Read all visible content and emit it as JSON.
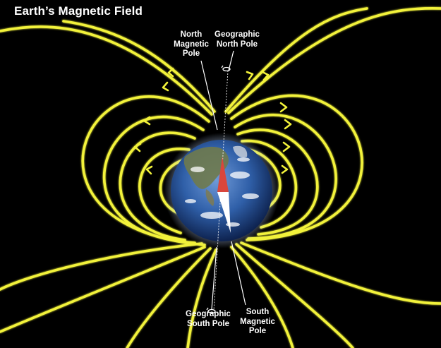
{
  "title": "Earth’s Magnetic Field",
  "labels": {
    "north_magnetic_pole": [
      "North",
      "Magnetic",
      "Pole"
    ],
    "geographic_north_pole": [
      "Geographic",
      "North Pole"
    ],
    "geographic_south_pole": [
      "Geographic",
      "South Pole"
    ],
    "south_magnetic_pole": [
      "South",
      "Magnetic",
      "Pole"
    ]
  },
  "colors": {
    "background": "#000000",
    "field_lines": "#f2f23a",
    "text": "#ffffff",
    "compass_north": "#d9463c",
    "compass_south": "#ffffff",
    "earth_ocean": "#2f5fa8",
    "earth_land": "#6f7a4c"
  },
  "icons": {
    "rotation_north": "rotation-arrow-icon",
    "rotation_south": "rotation-arrow-icon",
    "compass": "compass-needle-icon"
  }
}
